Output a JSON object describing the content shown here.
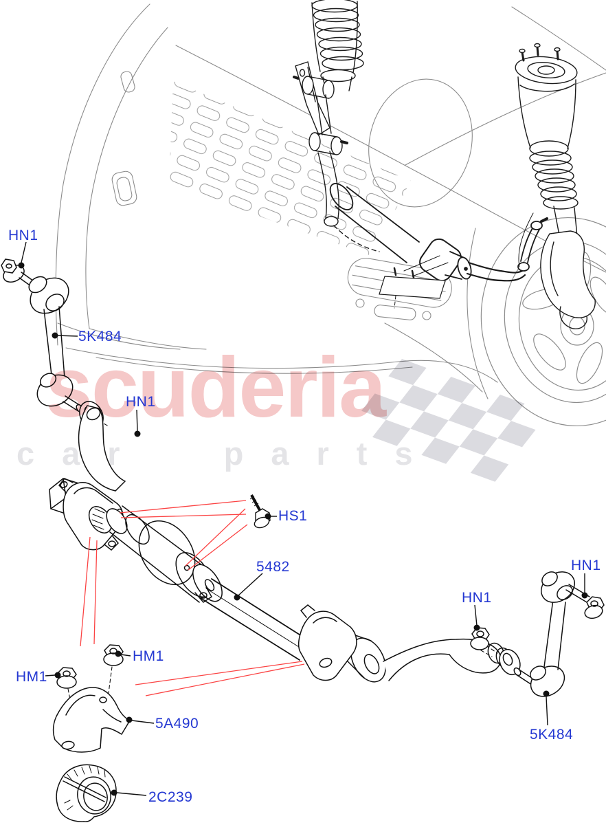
{
  "watermark": {
    "brand": "scuderia",
    "tagline": "car parts"
  },
  "colors": {
    "background": "#ffffff",
    "label_blue": "#2438d2",
    "leader_red": "#fb4343",
    "line_dark": "#1a1a1a",
    "line_gray": "#8c8c8c",
    "watermark_pink": "#f5c8c8",
    "watermark_gray": "#e4e4e7",
    "checker_gray": "#dbdbe0"
  },
  "callouts": [
    {
      "id": "hn1-top-left",
      "text": "HN1"
    },
    {
      "id": "5k484-left",
      "text": "5K484"
    },
    {
      "id": "hn1-mid-left",
      "text": "HN1"
    },
    {
      "id": "hs1",
      "text": "HS1"
    },
    {
      "id": "5482",
      "text": "5482"
    },
    {
      "id": "hn1-right-top",
      "text": "HN1"
    },
    {
      "id": "hn1-right-mid",
      "text": "HN1"
    },
    {
      "id": "hm1-upper",
      "text": "HM1"
    },
    {
      "id": "hm1-lower",
      "text": "HM1"
    },
    {
      "id": "5a490",
      "text": "5A490"
    },
    {
      "id": "5k484-right",
      "text": "5K484"
    },
    {
      "id": "2c239",
      "text": "2C239"
    }
  ]
}
